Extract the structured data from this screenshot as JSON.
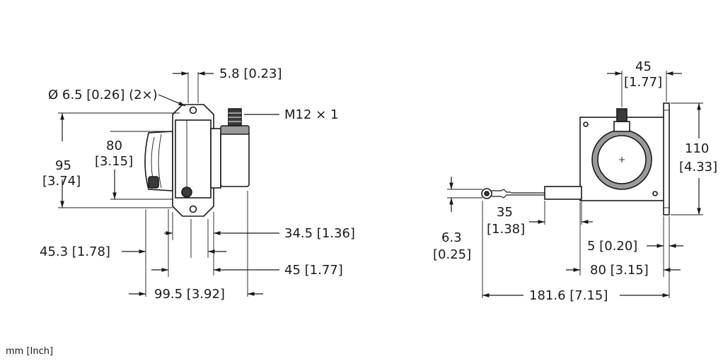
{
  "dimensions": {
    "hole_spacing": "5.8 [0.23]",
    "hole_diameter": "Ø 6.5 [0.26] (2×)",
    "connector": "M12 × 1",
    "height_80": "80",
    "height_80_in": "[3.15]",
    "height_95": "95",
    "height_95_in": "[3.74]",
    "depth_34_5": "34.5 [1.36]",
    "depth_45_3": "45.3 [1.78]",
    "depth_45": "45 [1.77]",
    "depth_99_5": "99.5 [3.92]",
    "offset_45": "45",
    "offset_45_in": "[1.77]",
    "height_110": "110",
    "height_110_in": "[4.33]",
    "cable_35": "35",
    "cable_35_in": "[1.38]",
    "cable_6_3": "6.3",
    "cable_6_3_in": "[0.25]",
    "flange_5": "5 [0.20]",
    "width_80": "80 [3.15]",
    "length_181_6": "181.6 [7.15]"
  },
  "units_note": "mm [Inch]",
  "colors": {
    "line": "#1a1a1a",
    "fill_dark": "#3a3a3a",
    "fill_gray": "#9a9a9a"
  }
}
